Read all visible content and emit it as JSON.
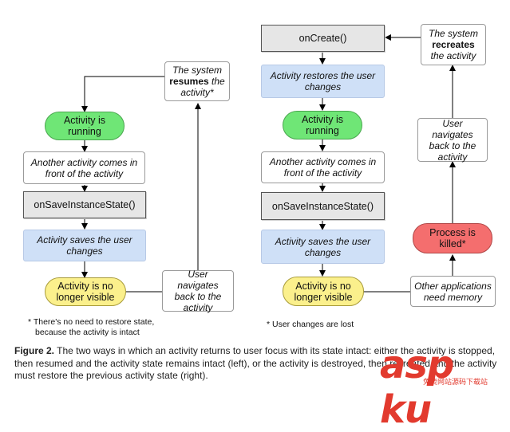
{
  "left": {
    "system_resumes": {
      "prefix": "The system",
      "bold": "resumes",
      "suffix": "the activity*"
    },
    "activity_running": "Activity is running",
    "another_activity": "Another activity comes in front of the activity",
    "on_save_instance_state": "onSaveInstanceState()",
    "activity_saves": "Activity saves the user changes",
    "no_longer_visible": "Activity is no longer visible",
    "user_navigates_back": "User navigates back to the activity",
    "footnote_line1": "* There's no need to restore state,",
    "footnote_line2": "because the activity is intact"
  },
  "right": {
    "on_create": "onCreate()",
    "system_recreates": {
      "prefix": "The system",
      "bold": "recreates",
      "suffix": "the activity"
    },
    "activity_restores": "Activity restores the user changes",
    "activity_running": "Activity is running",
    "user_navigates_back": "User navigates back to the activity",
    "another_activity": "Another activity comes in front of the activity",
    "on_save_instance_state": "onSaveInstanceState()",
    "process_killed": "Process is killed*",
    "activity_saves": "Activity saves the user changes",
    "no_longer_visible": "Activity is no longer visible",
    "other_apps_memory": "Other applications need memory",
    "footnote": "* User changes are lost"
  },
  "caption": {
    "label": "Figure 2.",
    "text": "The two ways in which an activity returns to user focus with its state intact: either the activity is stopped, then resumed and the activity state remains intact (left), or the activity is destroyed, then recreated and the activity must restore the previous activity state (right)."
  },
  "watermark": {
    "main": "asp ku",
    "sub": "免费网站源码下载站"
  },
  "colors": {
    "running": "#6fe676",
    "not_visible": "#fbf08c",
    "killed": "#f46e6e",
    "save_restore": "#cfe0f7",
    "method": "#e6e6e6"
  }
}
